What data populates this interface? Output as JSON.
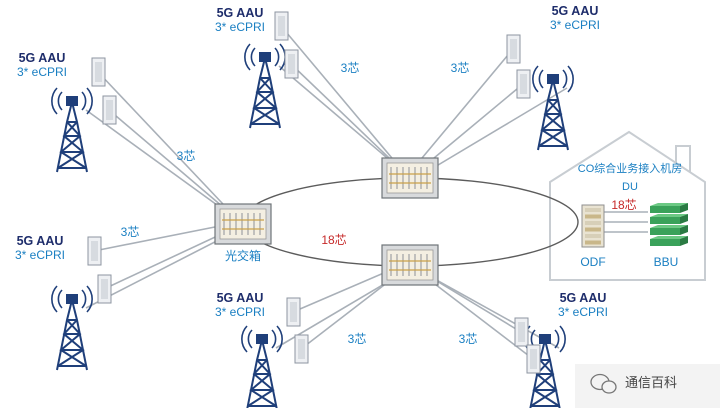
{
  "sites": [
    {
      "id": "left-top",
      "title": "5G AAU",
      "subtitle": "3* eCPRI"
    },
    {
      "id": "left-middle",
      "title": "5G AAU",
      "subtitle": "3* eCPRI"
    },
    {
      "id": "top-center",
      "title": "5G AAU",
      "subtitle": "3* eCPRI"
    },
    {
      "id": "top-right",
      "title": "5G AAU",
      "subtitle": "3* eCPRI"
    },
    {
      "id": "bottom-center",
      "title": "5G AAU",
      "subtitle": "3* eCPRI"
    },
    {
      "id": "bottom-right",
      "title": "5G AAU",
      "subtitle": "3* eCPRI"
    }
  ],
  "fiber_labels": {
    "left_top": "3芯",
    "left_middle": "3芯",
    "top_center": "3芯",
    "top_right": "3芯",
    "bottom_center": "3芯",
    "bottom_right": "3芯",
    "ring": "18芯",
    "odf_bbu": "18芯"
  },
  "junction_box_label": "光交箱",
  "co_room": {
    "title": "CO综合业务接入机房",
    "du_label": "DU",
    "odf_label": "ODF",
    "bbu_label": "BBU"
  },
  "watermark": "通信百科",
  "colors": {
    "tower": "#1f3f7a",
    "fiber_line": "#a9b0b8",
    "ring_line": "#5c5c5c",
    "label_blue": "#1a7fc2",
    "label_red": "#c62828",
    "bbu_green": "#3aa25a"
  }
}
